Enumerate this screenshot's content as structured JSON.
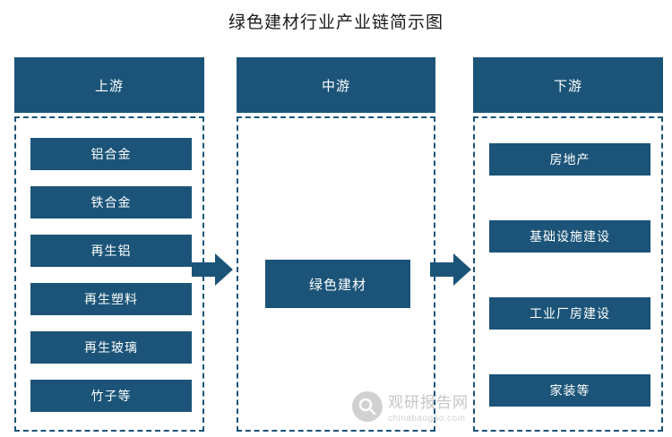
{
  "title": "绿色建材行业产业链简示图",
  "colors": {
    "primary": "#1b5478",
    "background": "#ffffff",
    "text_on_primary": "#ffffff",
    "title_text": "#1a1a1a",
    "watermark": "#bdbdbd"
  },
  "columns": {
    "upstream": {
      "header": "上游",
      "items": [
        "铝合金",
        "铁合金",
        "再生铝",
        "再生塑料",
        "再生玻璃",
        "竹子等"
      ]
    },
    "midstream": {
      "header": "中游",
      "items": [
        "绿色建材"
      ]
    },
    "downstream": {
      "header": "下游",
      "items": [
        "房地产",
        "基础设施建设",
        "工业厂房建设",
        "家装等"
      ]
    }
  },
  "arrows": [
    {
      "name": "arrow-upstream-to-midstream"
    },
    {
      "name": "arrow-midstream-to-downstream"
    }
  ],
  "watermark": {
    "name": "观研报告网",
    "url": "chinabaogao.com",
    "icon": "magnifier-icon"
  }
}
